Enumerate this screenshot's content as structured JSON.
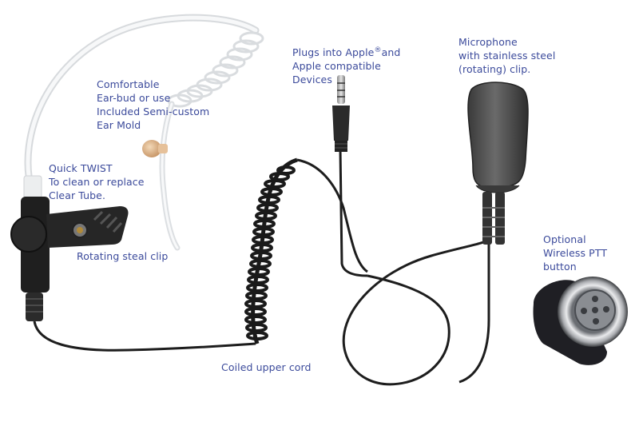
{
  "product": {
    "description": "Earpiece kit with clear acoustic tube, microphone and optional wireless PTT button",
    "text_color": "#3b4a9b",
    "background": "#ffffff"
  },
  "callouts": {
    "earbud": {
      "lines": [
        "Comfortable",
        "Ear-bud or use",
        "Included Semi-custom",
        "Ear Mold"
      ]
    },
    "plug": {
      "line1_prefix": "Plugs into Apple",
      "line1_reg": "®",
      "line1_suffix": "and",
      "lines_rest": [
        "Apple compatible",
        "Devices"
      ]
    },
    "microphone": {
      "lines": [
        "Microphone",
        "with stainless steel",
        "(rotating) clip."
      ]
    },
    "quick_twist": {
      "lines": [
        "Quick TWIST",
        "To clean or replace",
        "Clear Tube."
      ]
    },
    "clip": {
      "lines": [
        "Rotating steal clip"
      ]
    },
    "ptt": {
      "lines": [
        "Optional",
        "Wireless PTT",
        "button"
      ]
    },
    "cord": {
      "lines": [
        "Coiled upper cord"
      ]
    }
  },
  "components": [
    {
      "name": "clear-acoustic-tube"
    },
    {
      "name": "ear-bud"
    },
    {
      "name": "quick-twist-connector"
    },
    {
      "name": "rotating-clip"
    },
    {
      "name": "coiled-cord"
    },
    {
      "name": "3.5mm-plug"
    },
    {
      "name": "microphone"
    },
    {
      "name": "wireless-ptt-button"
    }
  ]
}
